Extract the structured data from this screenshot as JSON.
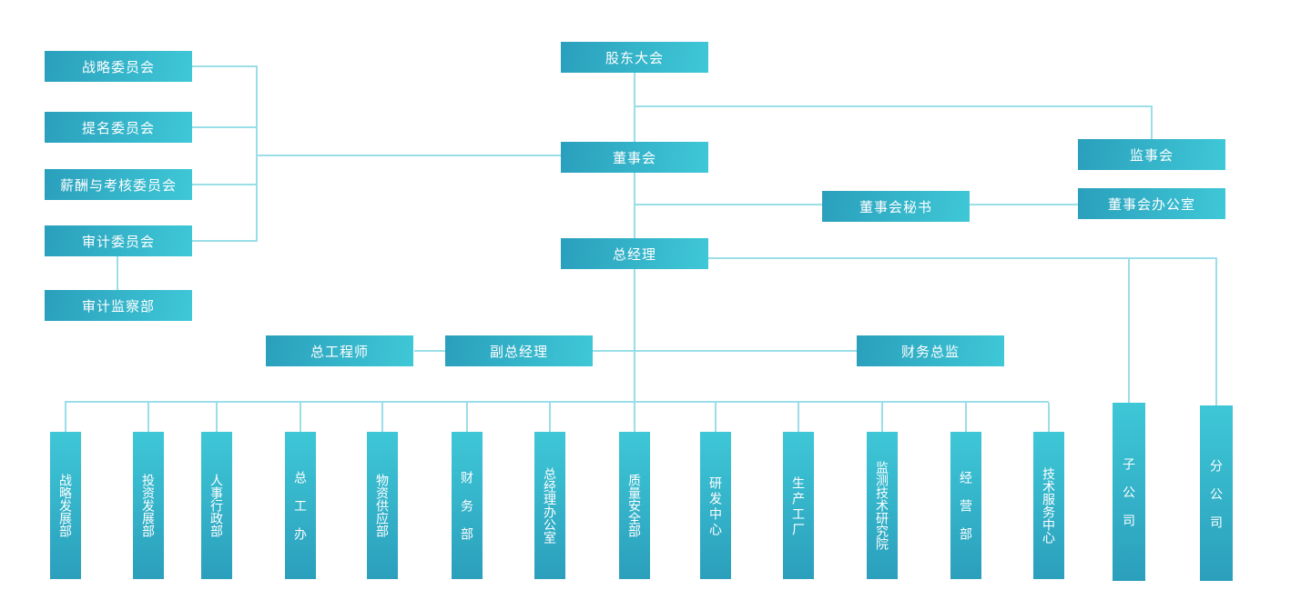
{
  "org": {
    "governance": {
      "shareholders": "股东大会",
      "board": "董事会",
      "supervisory": "监事会",
      "board_secretary": "董事会秘书",
      "board_office": "董事会办公室",
      "general_manager": "总经理"
    },
    "committees": {
      "strategy": "战略委员会",
      "nomination": "提名委员会",
      "remuneration": "薪酬与考核委员会",
      "audit": "审计委员会",
      "audit_supervision_dept": "审计监察部"
    },
    "executives": {
      "chief_engineer": "总工程师",
      "deputy_general_manager": "副总经理",
      "finance_director": "财务总监"
    },
    "departments": [
      "战略发展部",
      "投资发展部",
      "人事行政部",
      "总工办",
      "物资供应部",
      "财务部",
      "总经理办公室",
      "质量安全部",
      "研发中心",
      "生产工厂",
      "监测技术研究院",
      "经营部",
      "技术服务中心"
    ],
    "companies": {
      "subsidiary": "子公司",
      "branch": "分公司"
    }
  },
  "colors": {
    "node_gradient_dark": "#2a9fbc",
    "node_gradient_light": "#3fc8d7",
    "connector_line": "#9adee8",
    "node_text": "#ffffff",
    "background": "#ffffff"
  }
}
